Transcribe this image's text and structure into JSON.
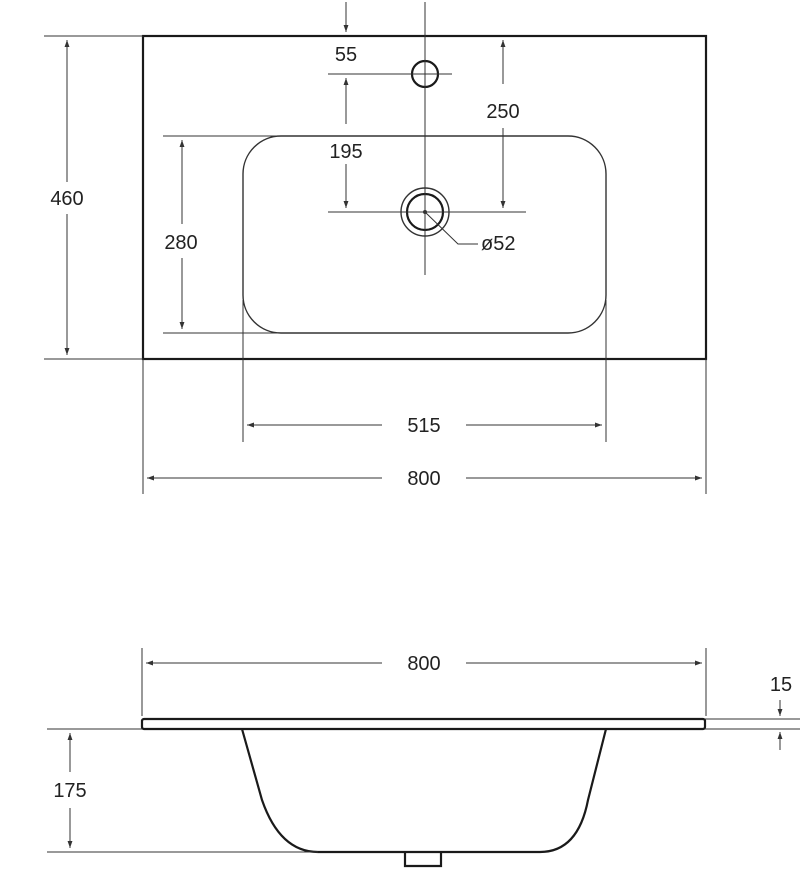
{
  "top_view": {
    "overall_width": "800",
    "overall_depth": "460",
    "basin_width": "515",
    "basin_depth": "280",
    "tap_hole_offset": "55",
    "tap_to_drain": "195",
    "edge_to_drain": "250",
    "drain_diameter": "ø52"
  },
  "side_view": {
    "overall_width": "800",
    "rim_thickness": "15",
    "basin_height": "175"
  },
  "colors": {
    "line": "#1a1a1a",
    "text": "#222222",
    "background": "#ffffff"
  }
}
